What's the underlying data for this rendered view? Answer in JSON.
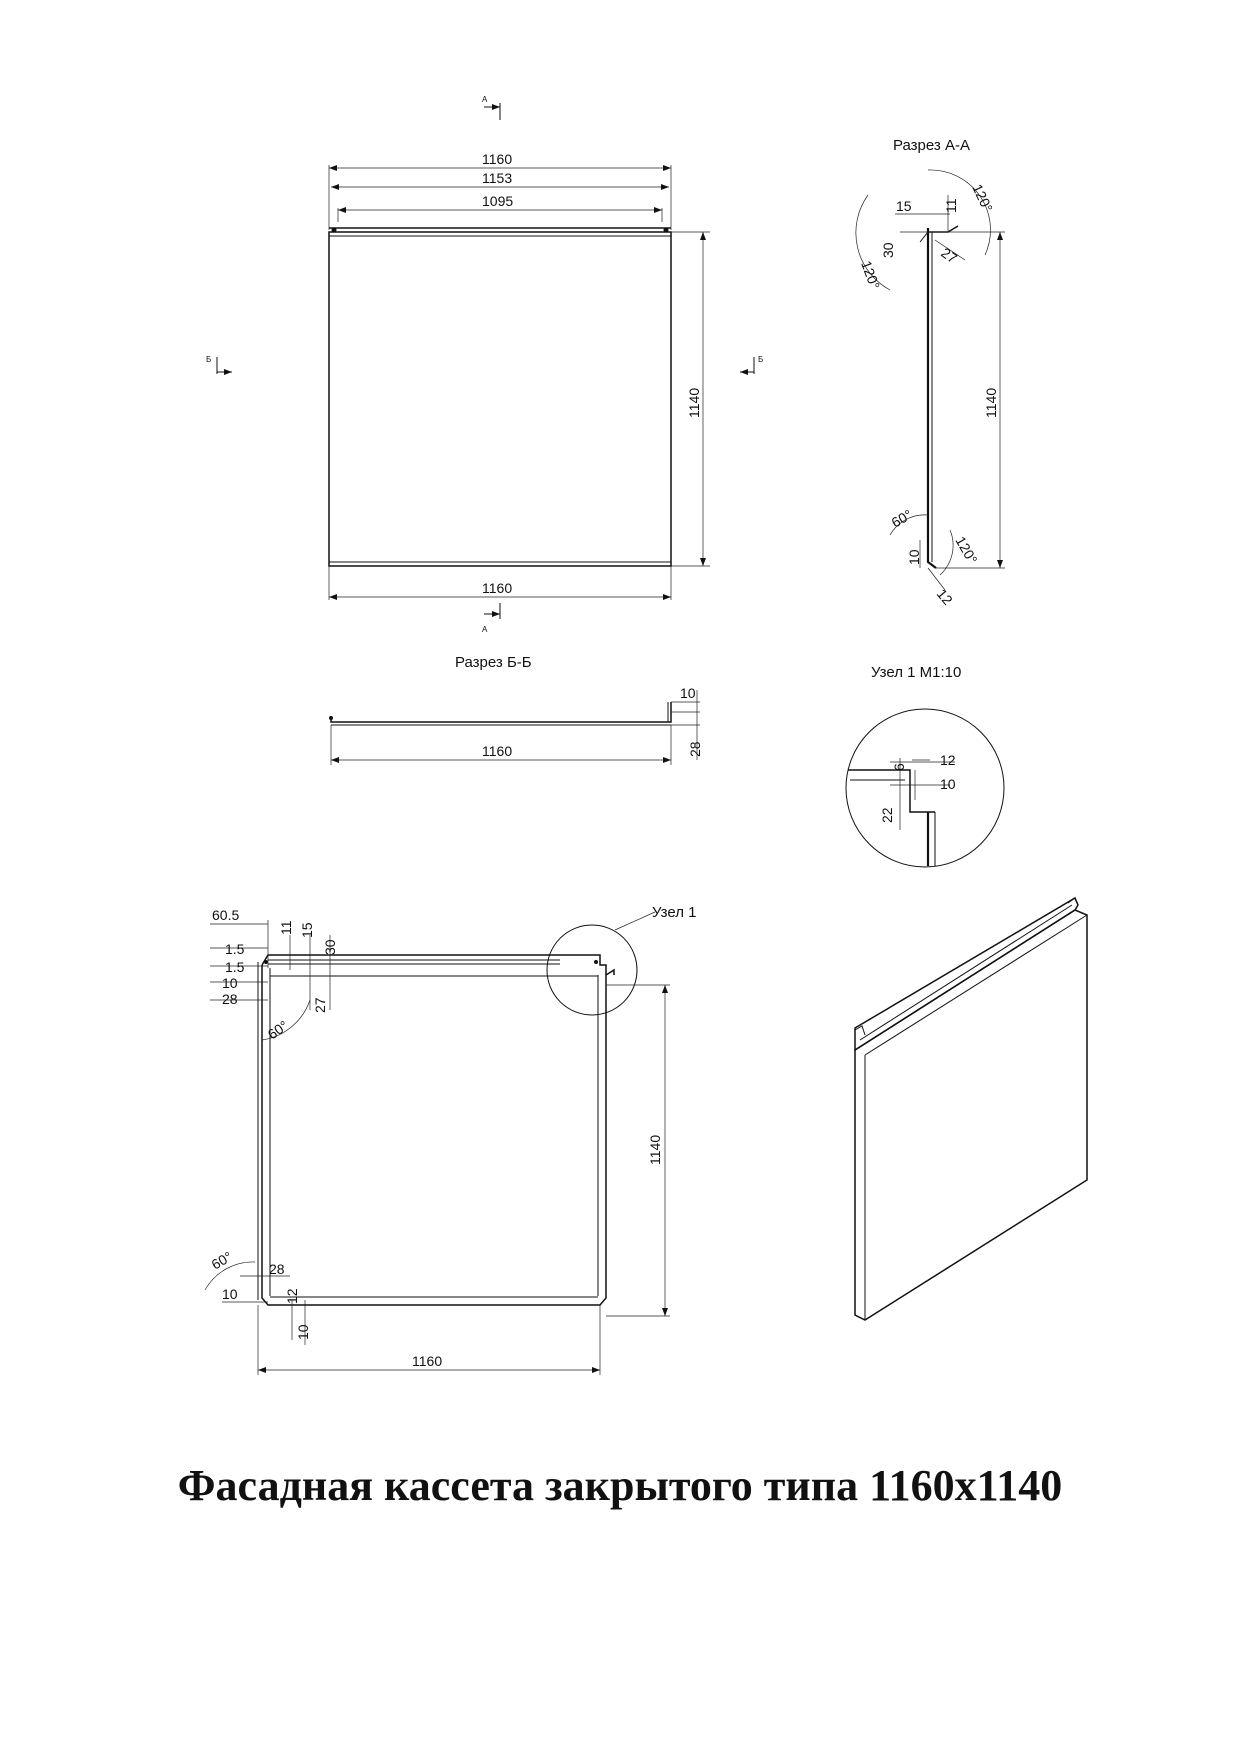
{
  "title": "Фасадная кассета закрытого типа 1160x1140",
  "section_marks": {
    "a": "А",
    "b": "Б"
  },
  "front_view": {
    "width_overall": "1160",
    "width_inner": "1153",
    "width_slot": "1095",
    "height": "1140",
    "width_bottom": "1160"
  },
  "section_aa": {
    "label": "Разрез А-А",
    "dims": [
      "15",
      "11",
      "30",
      "27",
      "1140",
      "10",
      "12"
    ],
    "angles": [
      "120°",
      "120°",
      "60°",
      "120°"
    ]
  },
  "section_bb": {
    "label": "Разрез Б-Б",
    "dims": [
      "10",
      "28",
      "1160"
    ]
  },
  "node_1": {
    "label": "Узел 1 М1:10",
    "dims": [
      "12",
      "6",
      "10",
      "22"
    ]
  },
  "flat_pattern": {
    "callout": "Узел 1",
    "dims": [
      "60.5",
      "11",
      "15",
      "1.5",
      "1.5",
      "30",
      "10",
      "28",
      "27",
      "1140",
      "28",
      "10",
      "12",
      "10",
      "1160"
    ],
    "angles": [
      "60°",
      "60°"
    ]
  }
}
